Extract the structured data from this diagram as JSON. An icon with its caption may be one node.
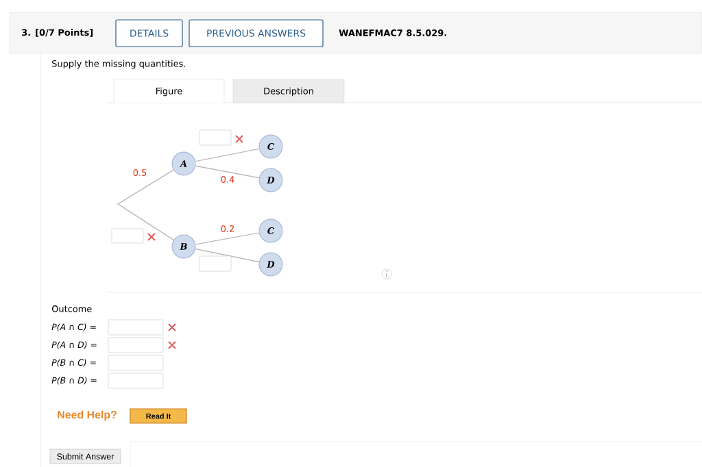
{
  "diagram": {
    "nodes": [
      {
        "text": [],
        "shape": "point"
      },
      {
        "text": [
          "A"
        ]
      },
      {
        "text": [
          "B"
        ]
      },
      {
        "text": [
          "C"
        ]
      },
      {
        "text": [
          "D"
        ]
      },
      {
        "text": [
          "C"
        ]
      },
      {
        "text": [
          "D"
        ]
      }
    ],
    "edges": [
      {
        "from": 0,
        "to": 1,
        "arrow": "none",
        "label": "0.5"
      },
      {
        "from": 0,
        "to": 2,
        "arrow": "none"
      },
      {
        "from": 1,
        "to": 3,
        "arrow": "none"
      },
      {
        "from": 1,
        "to": 4,
        "arrow": "none",
        "label": "0.4"
      },
      {
        "from": 2,
        "to": 5,
        "arrow": "none",
        "label": "0.2"
      },
      {
        "from": 2,
        "to": 6,
        "arrow": "none"
      }
    ],
    "labels": [
      "3. [0/7 Points]",
      "DETAILS",
      "PREVIOUS ANSWERS",
      "WANEFMAC7 8.5.029.",
      "Supply the missing quantities.",
      "Figure",
      "Description",
      "Outcome",
      "P(A ∩ C)  =",
      "P(A ∩ D)  =",
      "P(B ∩ C)  =",
      "P(B ∩ D)  =",
      "Need Help?",
      "Read It",
      "Submit Answer"
    ]
  }
}
